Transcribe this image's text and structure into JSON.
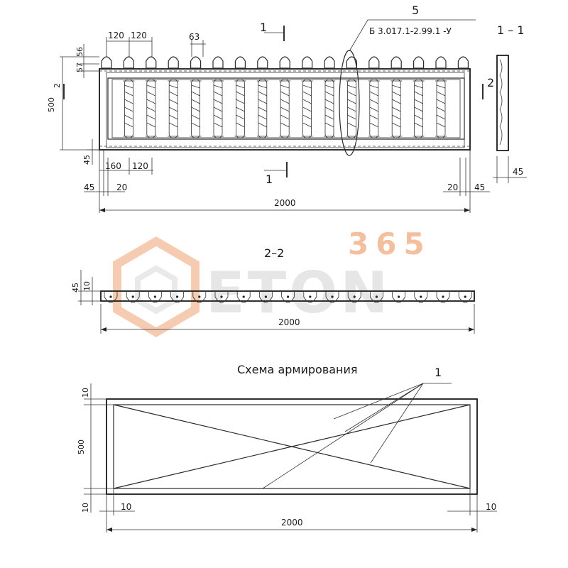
{
  "view_top": {
    "callout_number": "5",
    "callout_code": "Б 3.017.1-2.99.1 -У",
    "section_1_label": "1",
    "section_1_1_label": "1 – 1",
    "section_2_label": "2",
    "dims": {
      "top_120a": "120",
      "top_120b": "120",
      "top_63": "63",
      "left_56": "56",
      "left_57": "57",
      "left_500": "500",
      "left_45": "45",
      "bot_160": "160",
      "bot_120": "120",
      "bot_45": "45",
      "bot_20": "20",
      "right_20": "20",
      "right_45": "45",
      "side_45": "45",
      "total_2000": "2000"
    }
  },
  "section_2_2": {
    "title": "2–2",
    "dim_45": "45",
    "dim_10": "10",
    "total_2000": "2000"
  },
  "reinforcement": {
    "title": "Схема армирования",
    "callout": "1",
    "dim_10_top": "10",
    "dim_500": "500",
    "dim_10_bottom": "10",
    "dim_10_left": "10",
    "dim_10_right": "10",
    "total_2000": "2000"
  },
  "watermark": {
    "number": "365",
    "brand": "ETON",
    "color_orange": "#f2b48c",
    "color_gray": "#d6d6d6"
  }
}
